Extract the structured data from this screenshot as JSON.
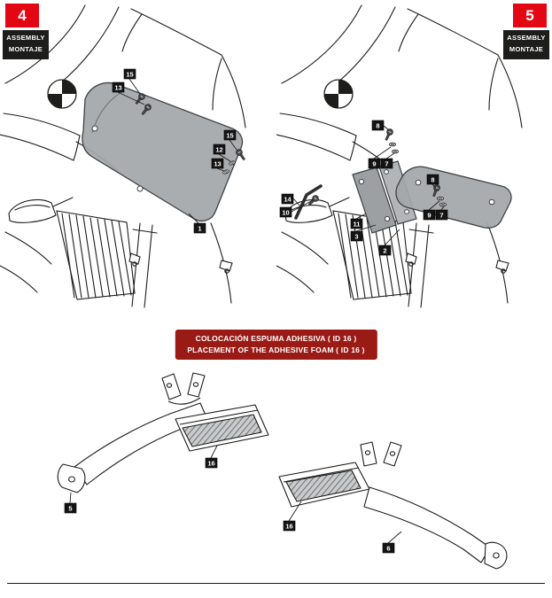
{
  "steps": [
    {
      "number": "4",
      "header": {
        "line1": "ASSEMBLY",
        "line2": "MONTAJE"
      },
      "callouts": [
        {
          "label": "15"
        },
        {
          "label": "13"
        },
        {
          "label": "15"
        },
        {
          "label": "12"
        },
        {
          "label": "13"
        },
        {
          "label": "1"
        }
      ]
    },
    {
      "number": "5",
      "header": {
        "line1": "ASSEMBLY",
        "line2": "MONTAJE"
      },
      "callouts": [
        {
          "label": "8"
        },
        {
          "label": "9"
        },
        {
          "label": "7"
        },
        {
          "label": "14"
        },
        {
          "label": "10"
        },
        {
          "label": "11"
        },
        {
          "label": "3"
        },
        {
          "label": "2"
        },
        {
          "label": "8"
        },
        {
          "label": "9"
        },
        {
          "label": "7"
        }
      ]
    }
  ],
  "banner": {
    "line1": "COLOCACIÓN ESPUMA ADHESIVA  ( ID 16 )",
    "line2": "PLACEMENT OF THE ADHESIVE FOAM ( ID 16 )"
  },
  "foam_section": {
    "left_bracket": {
      "foam_label": "16",
      "bracket_label": "5"
    },
    "right_bracket": {
      "foam_label": "16",
      "bracket_label": "6"
    }
  },
  "colors": {
    "accent_red": "#e30613",
    "banner_red": "#9a1a15",
    "ink": "#1d1d1b",
    "screen_gray": "#a4a7aa"
  }
}
